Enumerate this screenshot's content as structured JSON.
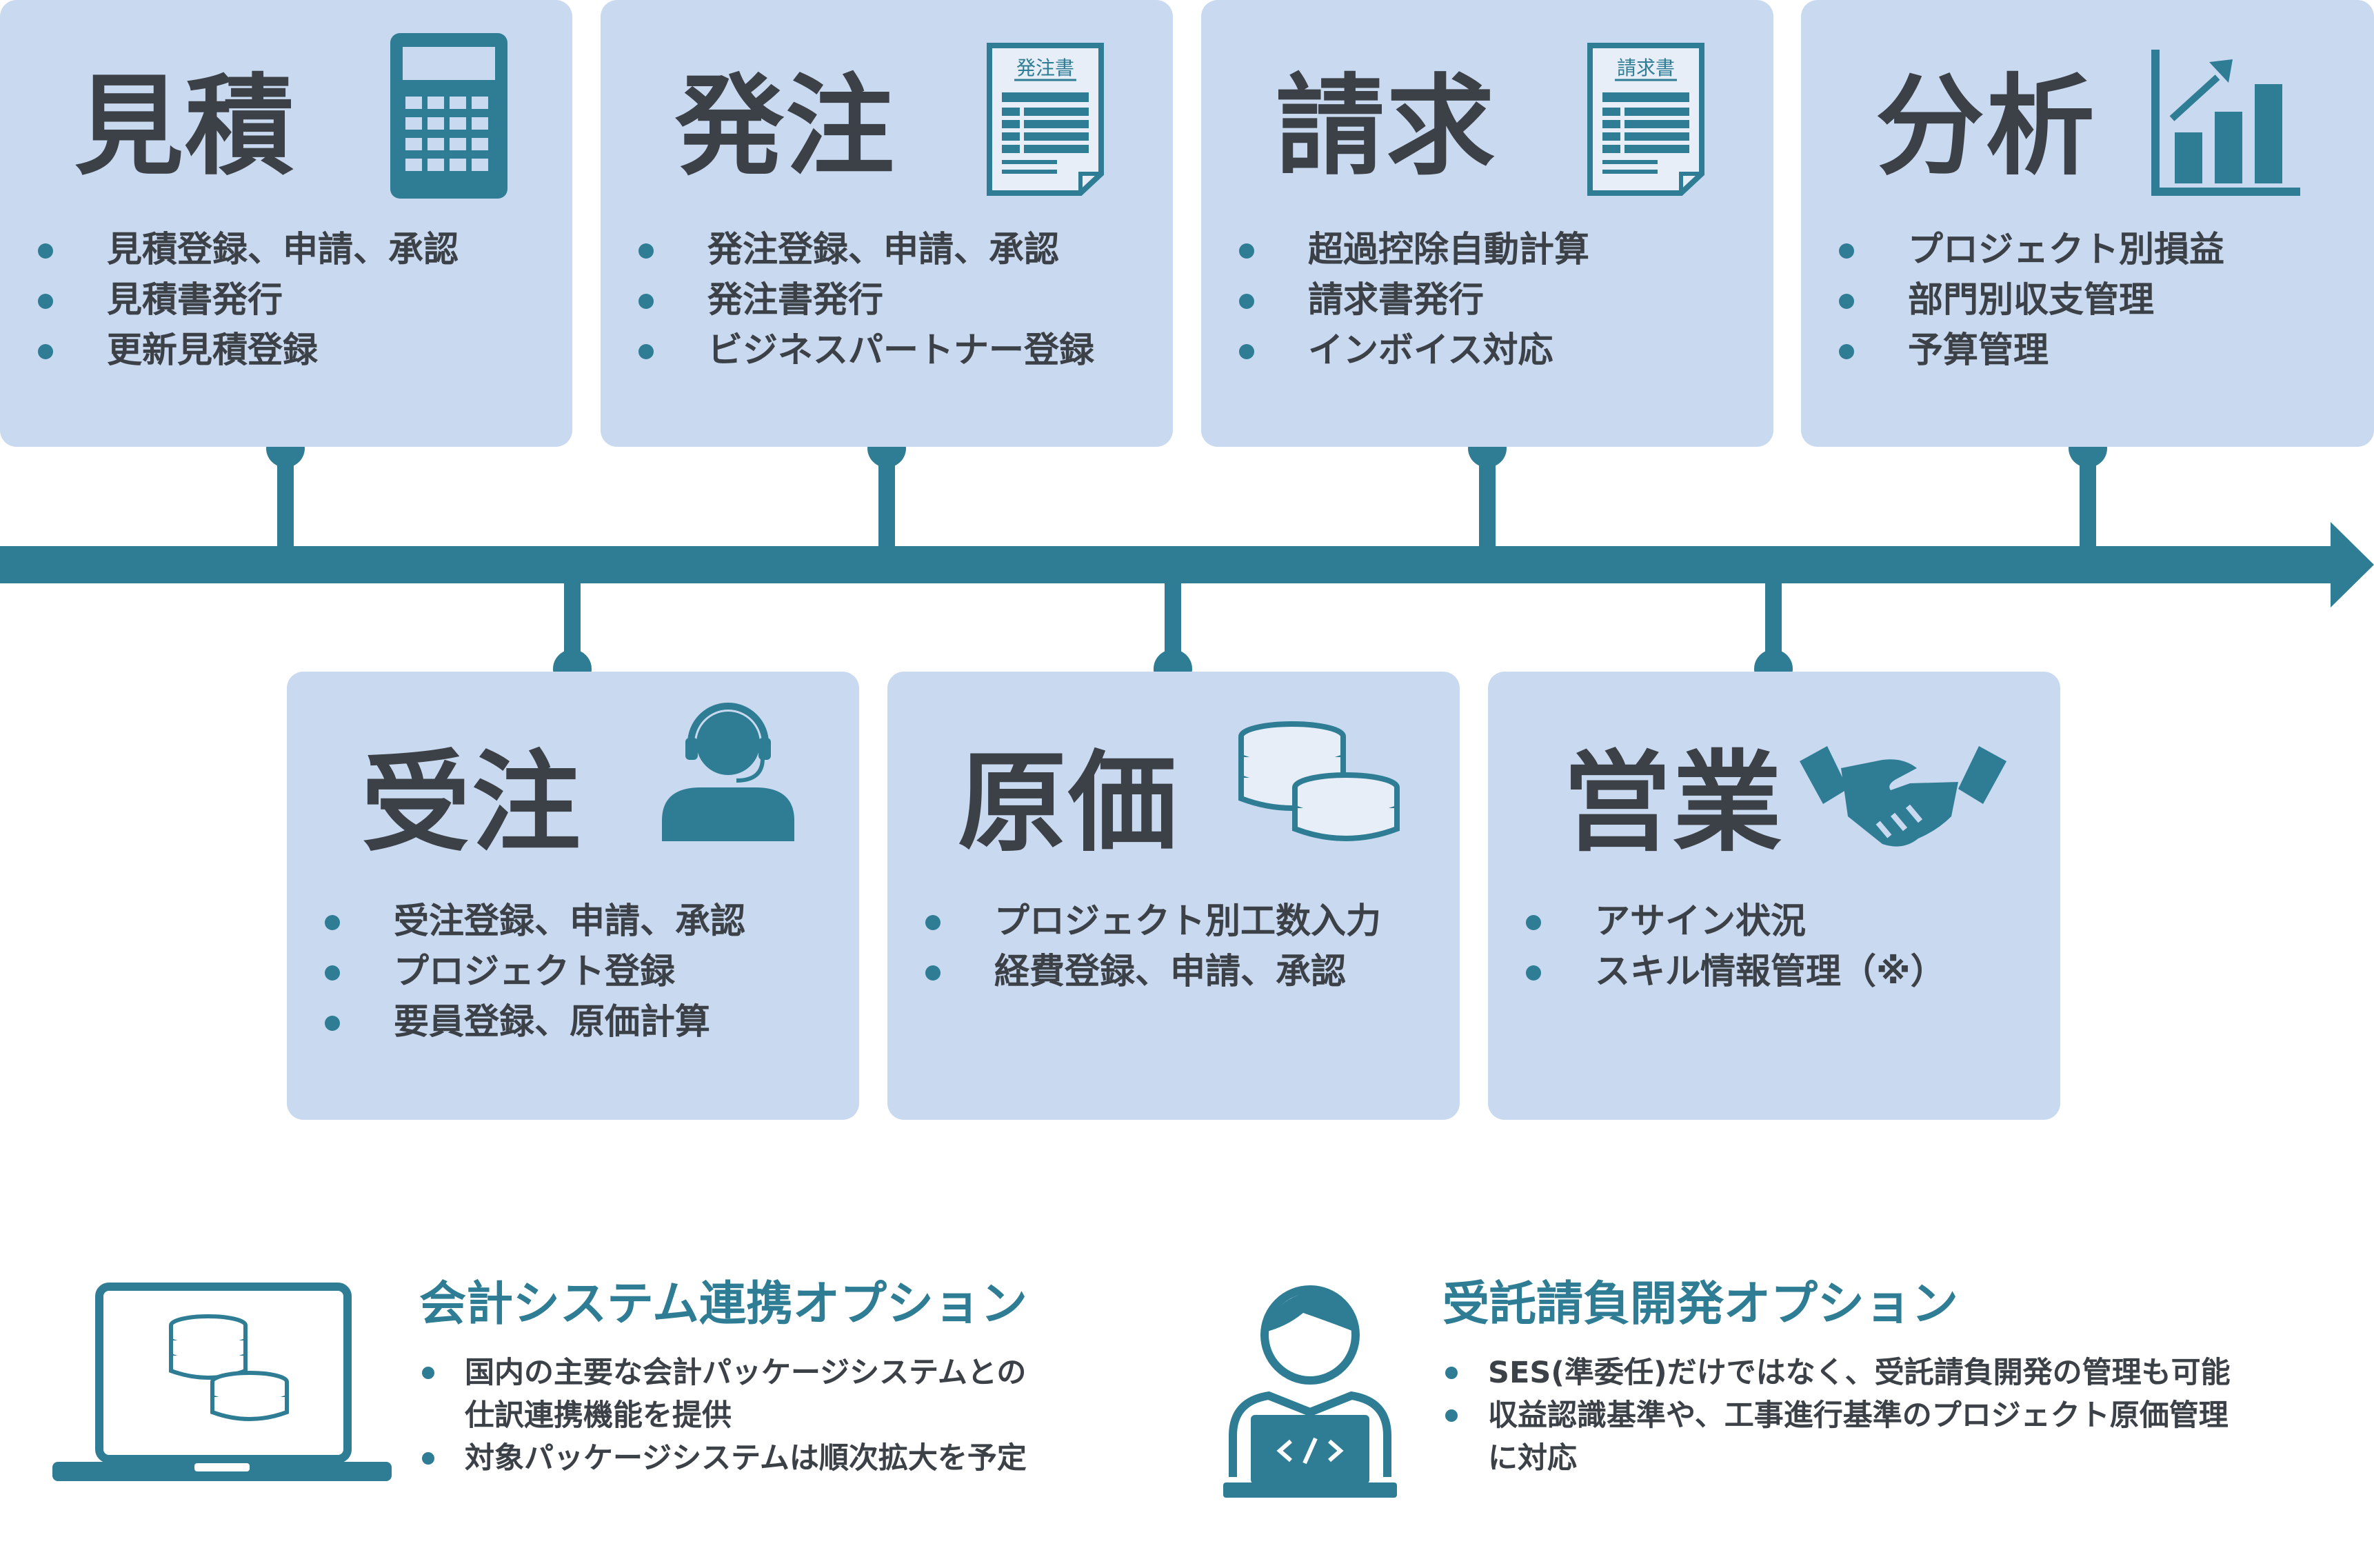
{
  "colors": {
    "accent": "#2e7d94",
    "card": "#c9d9ef",
    "text": "#3c4148"
  },
  "cards": [
    {
      "title": "見積",
      "icon": "calculator-icon",
      "items": [
        "見積登録、申請、承認",
        "見積書発行",
        "更新見積登録"
      ]
    },
    {
      "title": "発注",
      "icon": "purchase-order-document-icon",
      "icon_label": "発注書",
      "items": [
        "発注登録、申請、承認",
        "発注書発行",
        "ビジネスパートナー登録"
      ]
    },
    {
      "title": "請求",
      "icon": "invoice-document-icon",
      "icon_label": "請求書",
      "items": [
        "超過控除自動計算",
        "請求書発行",
        "インボイス対応"
      ]
    },
    {
      "title": "分析",
      "icon": "bar-chart-growth-icon",
      "items": [
        "プロジェクト別損益",
        "部門別収支管理",
        "予算管理"
      ]
    },
    {
      "title": "受注",
      "icon": "operator-headset-icon",
      "items": [
        "受注登録、申請、承認",
        "プロジェクト登録",
        "要員登録、原価計算"
      ]
    },
    {
      "title": "原価",
      "icon": "coin-stacks-icon",
      "items": [
        "プロジェクト別工数入力",
        "経費登録、申請、承認"
      ]
    },
    {
      "title": "営業",
      "icon": "handshake-icon",
      "items": [
        "アサイン状況",
        "スキル情報管理（※）"
      ]
    }
  ],
  "options": [
    {
      "title": "会計システム連携オプション",
      "icon": "laptop-coins-icon",
      "items": [
        {
          "line1": "国内の主要な会計パッケージシステムとの",
          "line2": "仕訳連携機能を提供"
        },
        {
          "line1": "対象パッケージシステムは順次拡大を予定",
          "line2": ""
        }
      ]
    },
    {
      "title": "受託請負開発オプション",
      "icon": "developer-laptop-icon",
      "items": [
        {
          "line1": "SES(準委任)だけではなく、受託請負開発の管理も可能",
          "line2": ""
        },
        {
          "line1": "収益認識基準や、工事進行基準のプロジェクト原価管理",
          "line2": "に対応"
        }
      ]
    }
  ]
}
